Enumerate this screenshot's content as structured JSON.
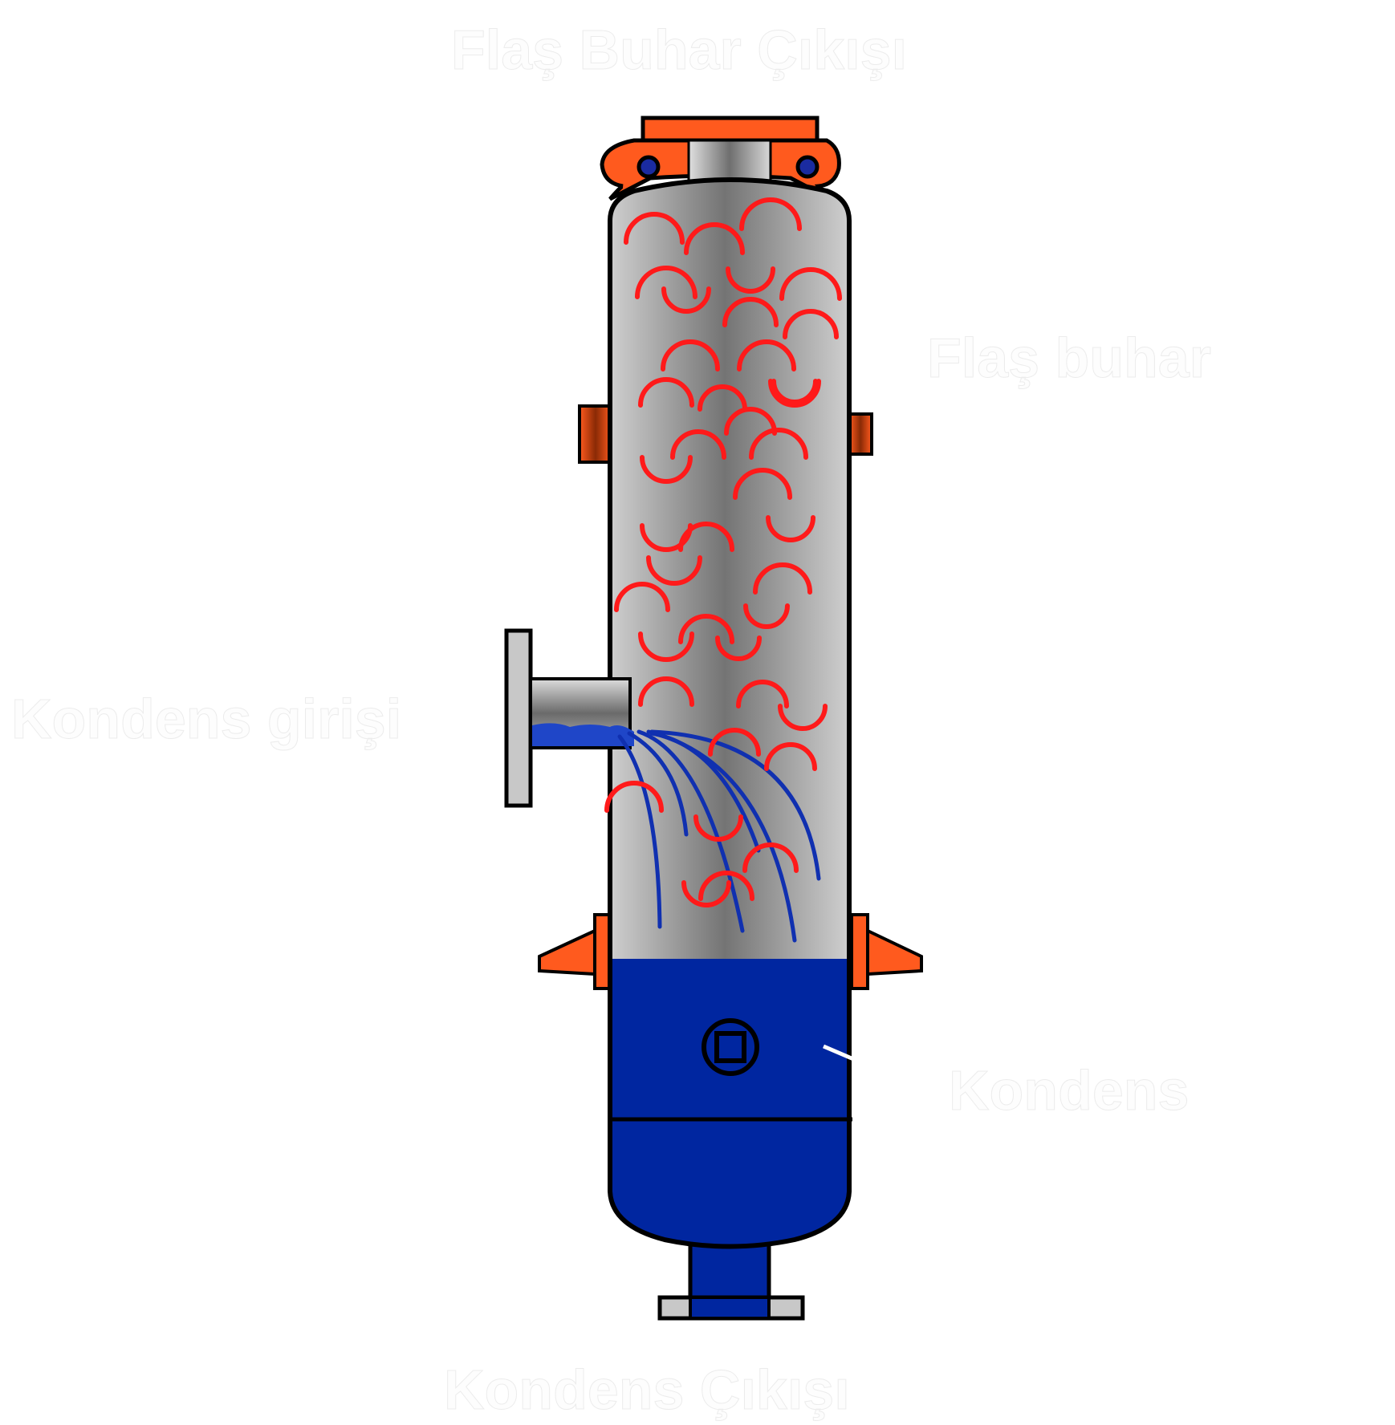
{
  "labels": {
    "vapor_outlet": "Flaş Buhar Çıkışı",
    "flash_vapor": "Flaş buhar",
    "condensate_inlet": "Kondens girişi",
    "condensate": "Kondens",
    "condensate_outlet": "Kondens Çıkışı"
  },
  "colors": {
    "shell_gray": "#c8c8c8",
    "shell_dark": "#7a7a7a",
    "nozzle_orange": "#ff5a1e",
    "liquid_blue": "#0026a0",
    "vapor_red": "#ff1a1a",
    "stream_blue": "#1030b0",
    "outline": "#000000",
    "label_white": "#fdfdfd"
  }
}
